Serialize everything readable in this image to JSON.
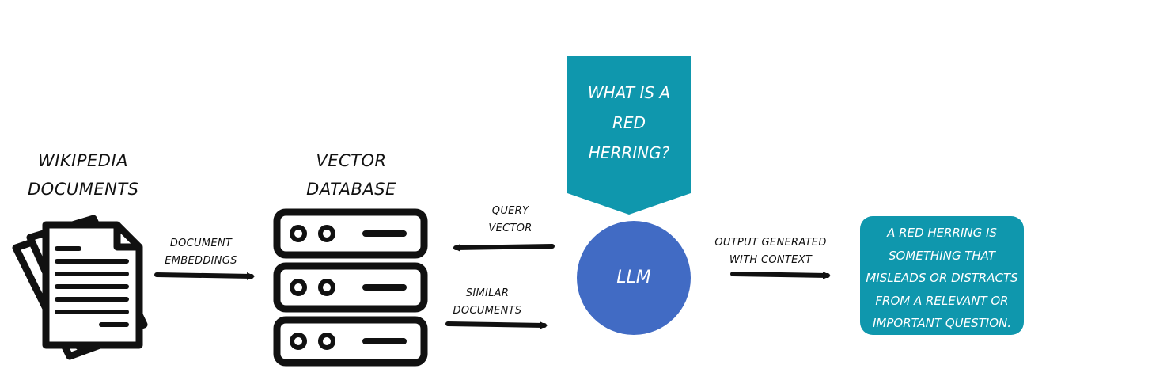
{
  "sections": {
    "documents_title": [
      "Wikipedia",
      "Documents"
    ],
    "database_title": [
      "Vector",
      "Database"
    ]
  },
  "edges": {
    "document_embeddings": [
      "Document",
      "Embeddings"
    ],
    "query_vector": [
      "Query",
      "Vector"
    ],
    "similar_documents": [
      "Similar",
      "Documents"
    ],
    "output_generated": [
      "Output Generated",
      "with Context"
    ]
  },
  "question": {
    "lines": [
      "What is a",
      "red",
      "herring?"
    ]
  },
  "llm": {
    "label": "LLM"
  },
  "answer": {
    "lines": [
      "A red herring is",
      "something that",
      "misleads or distracts",
      "from a relevant or",
      "important question."
    ]
  },
  "colors": {
    "teal": "#0f97ad",
    "llm_blue": "#416bc4",
    "ink": "#111111",
    "white": "#ffffff"
  },
  "icons": [
    "documents-icon",
    "server-stack-icon"
  ]
}
